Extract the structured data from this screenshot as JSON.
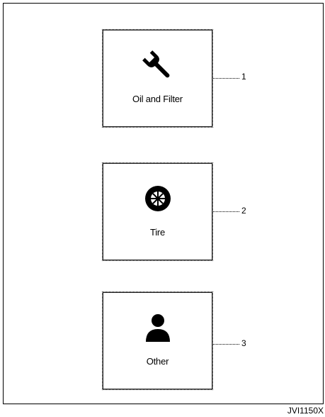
{
  "items": [
    {
      "label": "Oil and Filter",
      "icon": "wrench-icon",
      "callout": "1"
    },
    {
      "label": "Tire",
      "icon": "tire-icon",
      "callout": "2"
    },
    {
      "label": "Other",
      "icon": "person-icon",
      "callout": "3"
    }
  ],
  "figure_code": "JVI1150X"
}
